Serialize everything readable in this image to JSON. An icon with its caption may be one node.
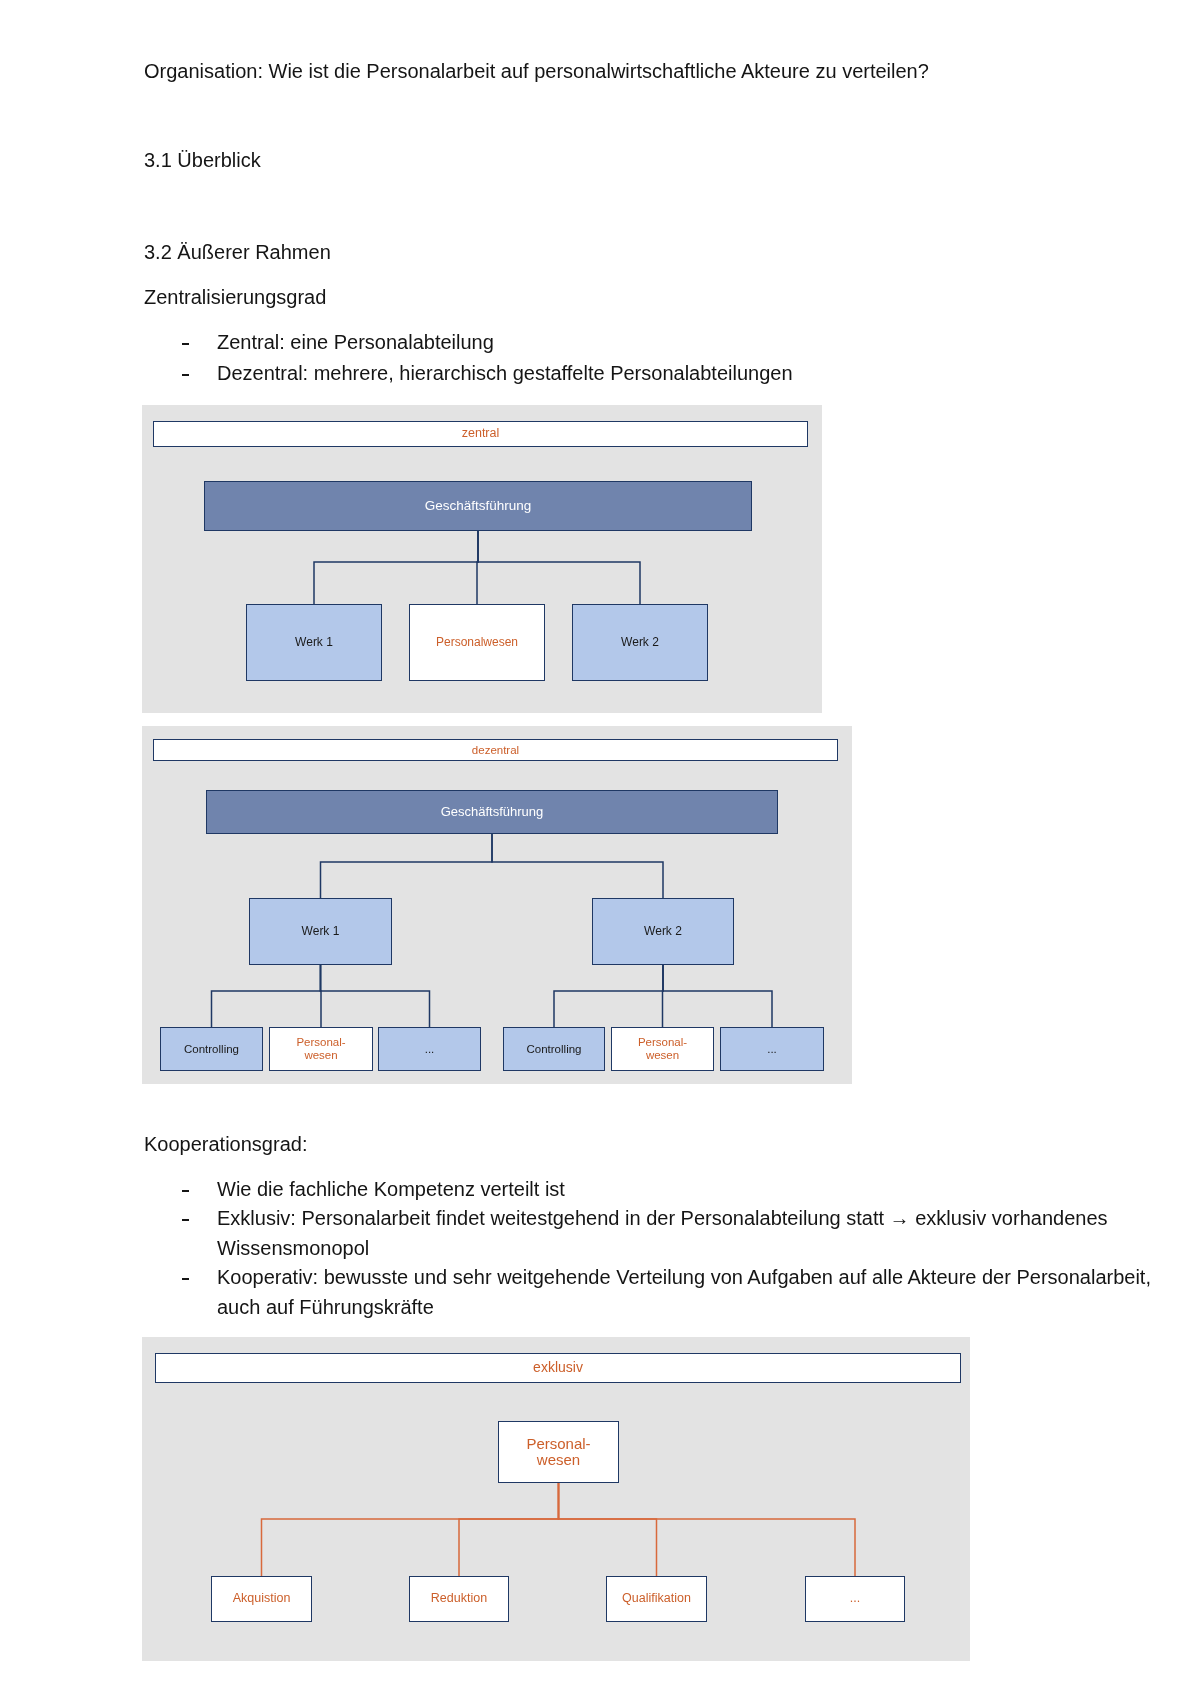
{
  "diagram": {
    "title": "Organisation: Wie ist die Personalarbeit auf personalwirtschaftliche Akteure zu verteilen?",
    "nodes": [
      {
        "text": [
          "zentral"
        ]
      },
      {
        "text": [
          "Geschäftsführung"
        ]
      },
      {
        "text": [
          "Werk 1"
        ]
      },
      {
        "text": [
          "Personalwesen"
        ]
      },
      {
        "text": [
          "Werk 2"
        ]
      },
      {
        "text": [
          "dezentral"
        ]
      },
      {
        "text": [
          "Geschäftsführung"
        ]
      },
      {
        "text": [
          "Werk 1"
        ]
      },
      {
        "text": [
          "Werk 2"
        ]
      },
      {
        "text": [
          "Controlling"
        ]
      },
      {
        "text": [
          "Personal- wesen"
        ]
      },
      {
        "text": [
          "..."
        ]
      },
      {
        "text": [
          "Controlling"
        ]
      },
      {
        "text": [
          "Personal- wesen"
        ]
      },
      {
        "text": [
          "..."
        ]
      },
      {
        "text": [
          "exklusiv"
        ]
      },
      {
        "text": [
          "Personal- wesen"
        ]
      },
      {
        "text": [
          "Akquistion"
        ]
      },
      {
        "text": [
          "Reduktion"
        ]
      },
      {
        "text": [
          "Qualifikation"
        ]
      },
      {
        "text": [
          "..."
        ]
      }
    ],
    "edges": [
      {
        "from": 1,
        "to": 2,
        "arrow": "none"
      },
      {
        "from": 1,
        "to": 3,
        "arrow": "none"
      },
      {
        "from": 1,
        "to": 4,
        "arrow": "none"
      },
      {
        "from": 6,
        "to": 7,
        "arrow": "none"
      },
      {
        "from": 6,
        "to": 8,
        "arrow": "none"
      },
      {
        "from": 7,
        "to": 9,
        "arrow": "none"
      },
      {
        "from": 7,
        "to": 10,
        "arrow": "none"
      },
      {
        "from": 7,
        "to": 11,
        "arrow": "none"
      },
      {
        "from": 8,
        "to": 12,
        "arrow": "none"
      },
      {
        "from": 8,
        "to": 13,
        "arrow": "none"
      },
      {
        "from": 8,
        "to": 14,
        "arrow": "none"
      },
      {
        "from": 16,
        "to": 17,
        "arrow": "none",
        "color": "#d8693c"
      },
      {
        "from": 16,
        "to": 18,
        "arrow": "none",
        "color": "#d8693c"
      },
      {
        "from": 16,
        "to": 19,
        "arrow": "none",
        "color": "#d8693c"
      },
      {
        "from": 16,
        "to": 20,
        "arrow": "none",
        "color": "#d8693c"
      }
    ],
    "labels": [
      "3.1 Überblick",
      "3.2 Äußerer Rahmen",
      "Zentralisierungsgrad",
      "Zentral: eine Personalabteilung",
      "Dezentral: mehrere, hierarchisch gestaffelte Personalabteilungen",
      "Kooperationsgrad:",
      "Wie die fachliche Kompetenz verteilt ist",
      "Exklusiv: Personalarbeit findet weitestgehend in der Personalabteilung statt → exklusiv vorhandenes Wissensmonopol",
      "Kooperativ: bewusste und sehr weitgehende Verteilung von Aufgaben auf alle Akteure der Personalarbeit, auch auf Führungskräfte"
    ]
  }
}
